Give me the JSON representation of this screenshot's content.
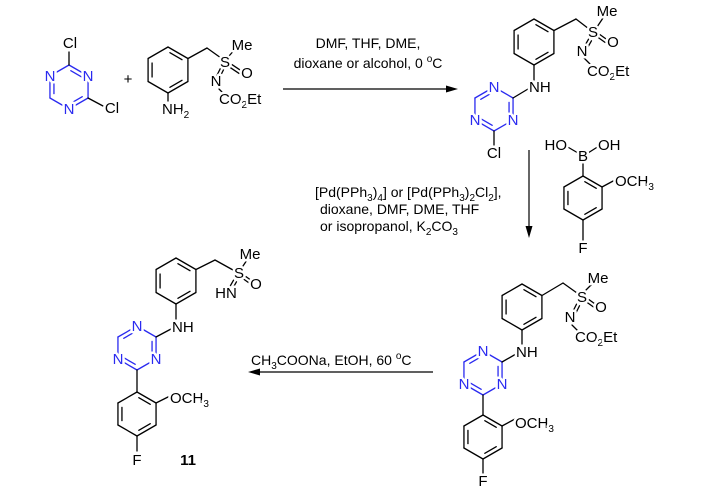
{
  "colors": {
    "bond": "#000000",
    "triazine": "#2a2af0",
    "background": "#ffffff"
  },
  "reactant_triazine": {
    "cl_top": "Cl",
    "cl_bottom": "Cl",
    "n_left": "N",
    "n_right": "N",
    "n_bottom": "N"
  },
  "plus": "+",
  "reactant_amine": {
    "me": "Me",
    "s": "S",
    "o": "O",
    "n": "N",
    "ester": [
      {
        "t": "CO"
      },
      {
        "t": "2",
        "sub": true
      },
      {
        "t": "Et"
      }
    ],
    "amine": [
      {
        "t": "NH"
      },
      {
        "t": "2",
        "sub": true
      }
    ]
  },
  "step1": {
    "line1": "DMF, THF, DME,",
    "line2": [
      {
        "t": "dioxane or alcohol, 0 "
      },
      {
        "t": "o",
        "sup": true
      },
      {
        "t": "C"
      }
    ]
  },
  "intermediate_chloro": {
    "me": "Me",
    "s": "S",
    "o": "O",
    "n": "N",
    "ester": [
      {
        "t": "CO"
      },
      {
        "t": "2",
        "sub": true
      },
      {
        "t": "Et"
      }
    ],
    "nh": "NH",
    "n_top": "N",
    "n_left": "N",
    "n_right": "N",
    "cl": "Cl"
  },
  "boronic_acid": {
    "ho": "HO",
    "b": "B",
    "oh": "OH",
    "methoxy": [
      {
        "t": "OCH"
      },
      {
        "t": "3",
        "sub": true
      }
    ],
    "f": "F"
  },
  "step2": {
    "lines": [
      [
        {
          "t": "[Pd(PPh"
        },
        {
          "t": "3",
          "sub": true
        },
        {
          "t": ")"
        },
        {
          "t": "4",
          "sub": true
        },
        {
          "t": "] or [Pd(PPh"
        },
        {
          "t": "3",
          "sub": true
        },
        {
          "t": ")"
        },
        {
          "t": "2",
          "sub": true
        },
        {
          "t": "Cl"
        },
        {
          "t": "2",
          "sub": true
        },
        {
          "t": "],"
        }
      ],
      [
        {
          "t": "dioxane, DMF, DME, THF"
        }
      ],
      [
        {
          "t": "or isopropanol, K"
        },
        {
          "t": "2",
          "sub": true
        },
        {
          "t": "CO"
        },
        {
          "t": "3",
          "sub": true
        }
      ]
    ]
  },
  "intermediate_coupled": {
    "me": "Me",
    "s": "S",
    "o": "O",
    "n": "N",
    "ester": [
      {
        "t": "CO"
      },
      {
        "t": "2",
        "sub": true
      },
      {
        "t": "Et"
      }
    ],
    "nh": "NH",
    "n_top": "N",
    "n_left": "N",
    "n_right": "N",
    "methoxy": [
      {
        "t": "OCH"
      },
      {
        "t": "3",
        "sub": true
      }
    ],
    "f": "F"
  },
  "step3": {
    "line": [
      {
        "t": "CH"
      },
      {
        "t": "3",
        "sub": true
      },
      {
        "t": "COONa, EtOH, 60 "
      },
      {
        "t": "o",
        "sup": true
      },
      {
        "t": "C"
      }
    ]
  },
  "product": {
    "me": "Me",
    "s": "S",
    "o": "O",
    "hn": "HN",
    "nh": "NH",
    "n_top": "N",
    "n_left": "N",
    "n_right": "N",
    "methoxy": [
      {
        "t": "OCH"
      },
      {
        "t": "3",
        "sub": true
      }
    ],
    "f": "F",
    "compound_number": "11"
  }
}
